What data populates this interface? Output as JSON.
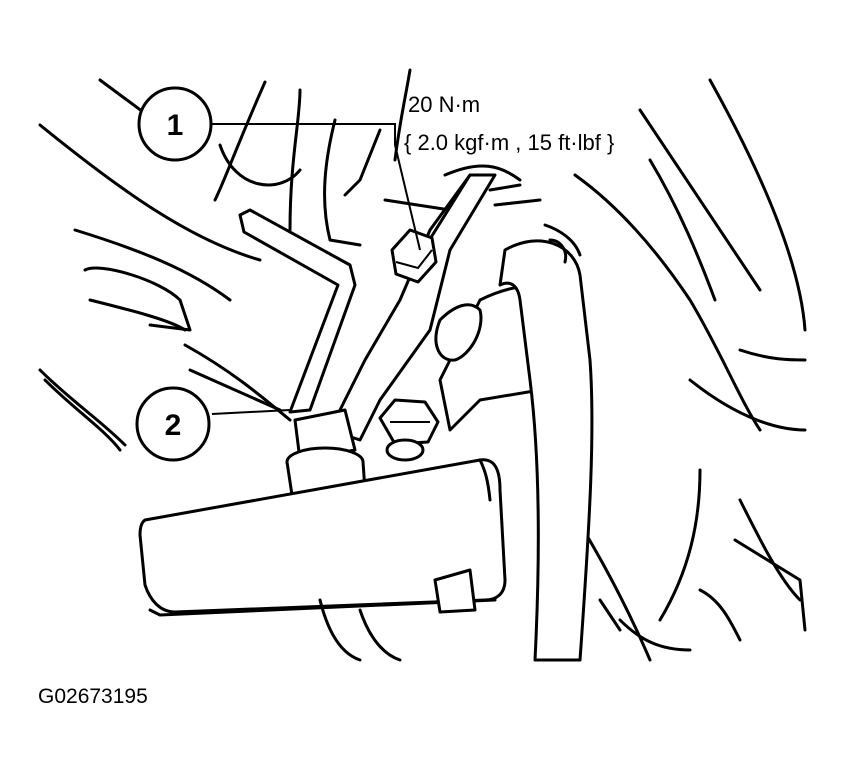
{
  "callouts": [
    {
      "number": "1"
    },
    {
      "number": "2"
    }
  ],
  "torque_spec": {
    "line1": "20 N·m",
    "line2": "{ 2.0 kgf·m , 15 ft·lbf }"
  },
  "figure_id": "G02673195"
}
